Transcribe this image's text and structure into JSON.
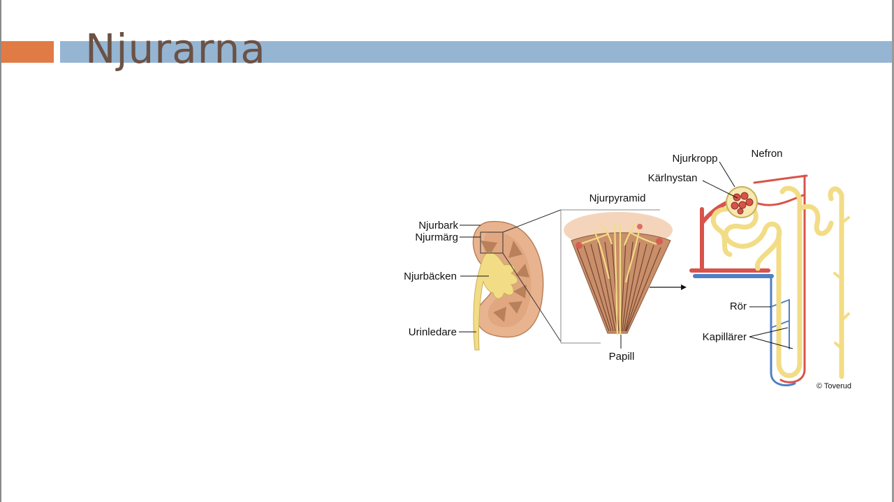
{
  "slide": {
    "title": "Njurarna"
  },
  "diagram": {
    "kidney_labels": {
      "cortex": "Njurbark",
      "medulla": "Njurmärg",
      "pelvis": "Njurbäcken",
      "ureter": "Urinledare"
    },
    "pyramid_labels": {
      "pyramid": "Njurpyramid",
      "papilla": "Papill"
    },
    "nephron_labels": {
      "nephron": "Nefron",
      "renal_corpuscle": "Njurkropp",
      "glomerulus": "Kärlnystan",
      "tubule": "Rör",
      "capillaries": "Kapillärer"
    },
    "credit": "© Toverud"
  },
  "colors": {
    "accent_orange": "#e07b45",
    "title_bar_blue": "#95b5d3",
    "title_text": "#6b5245",
    "kidney_tan": "#e8b48f",
    "urine_yellow": "#f2dc86",
    "artery_red": "#d9534a",
    "vein_blue": "#4f7fc4"
  }
}
